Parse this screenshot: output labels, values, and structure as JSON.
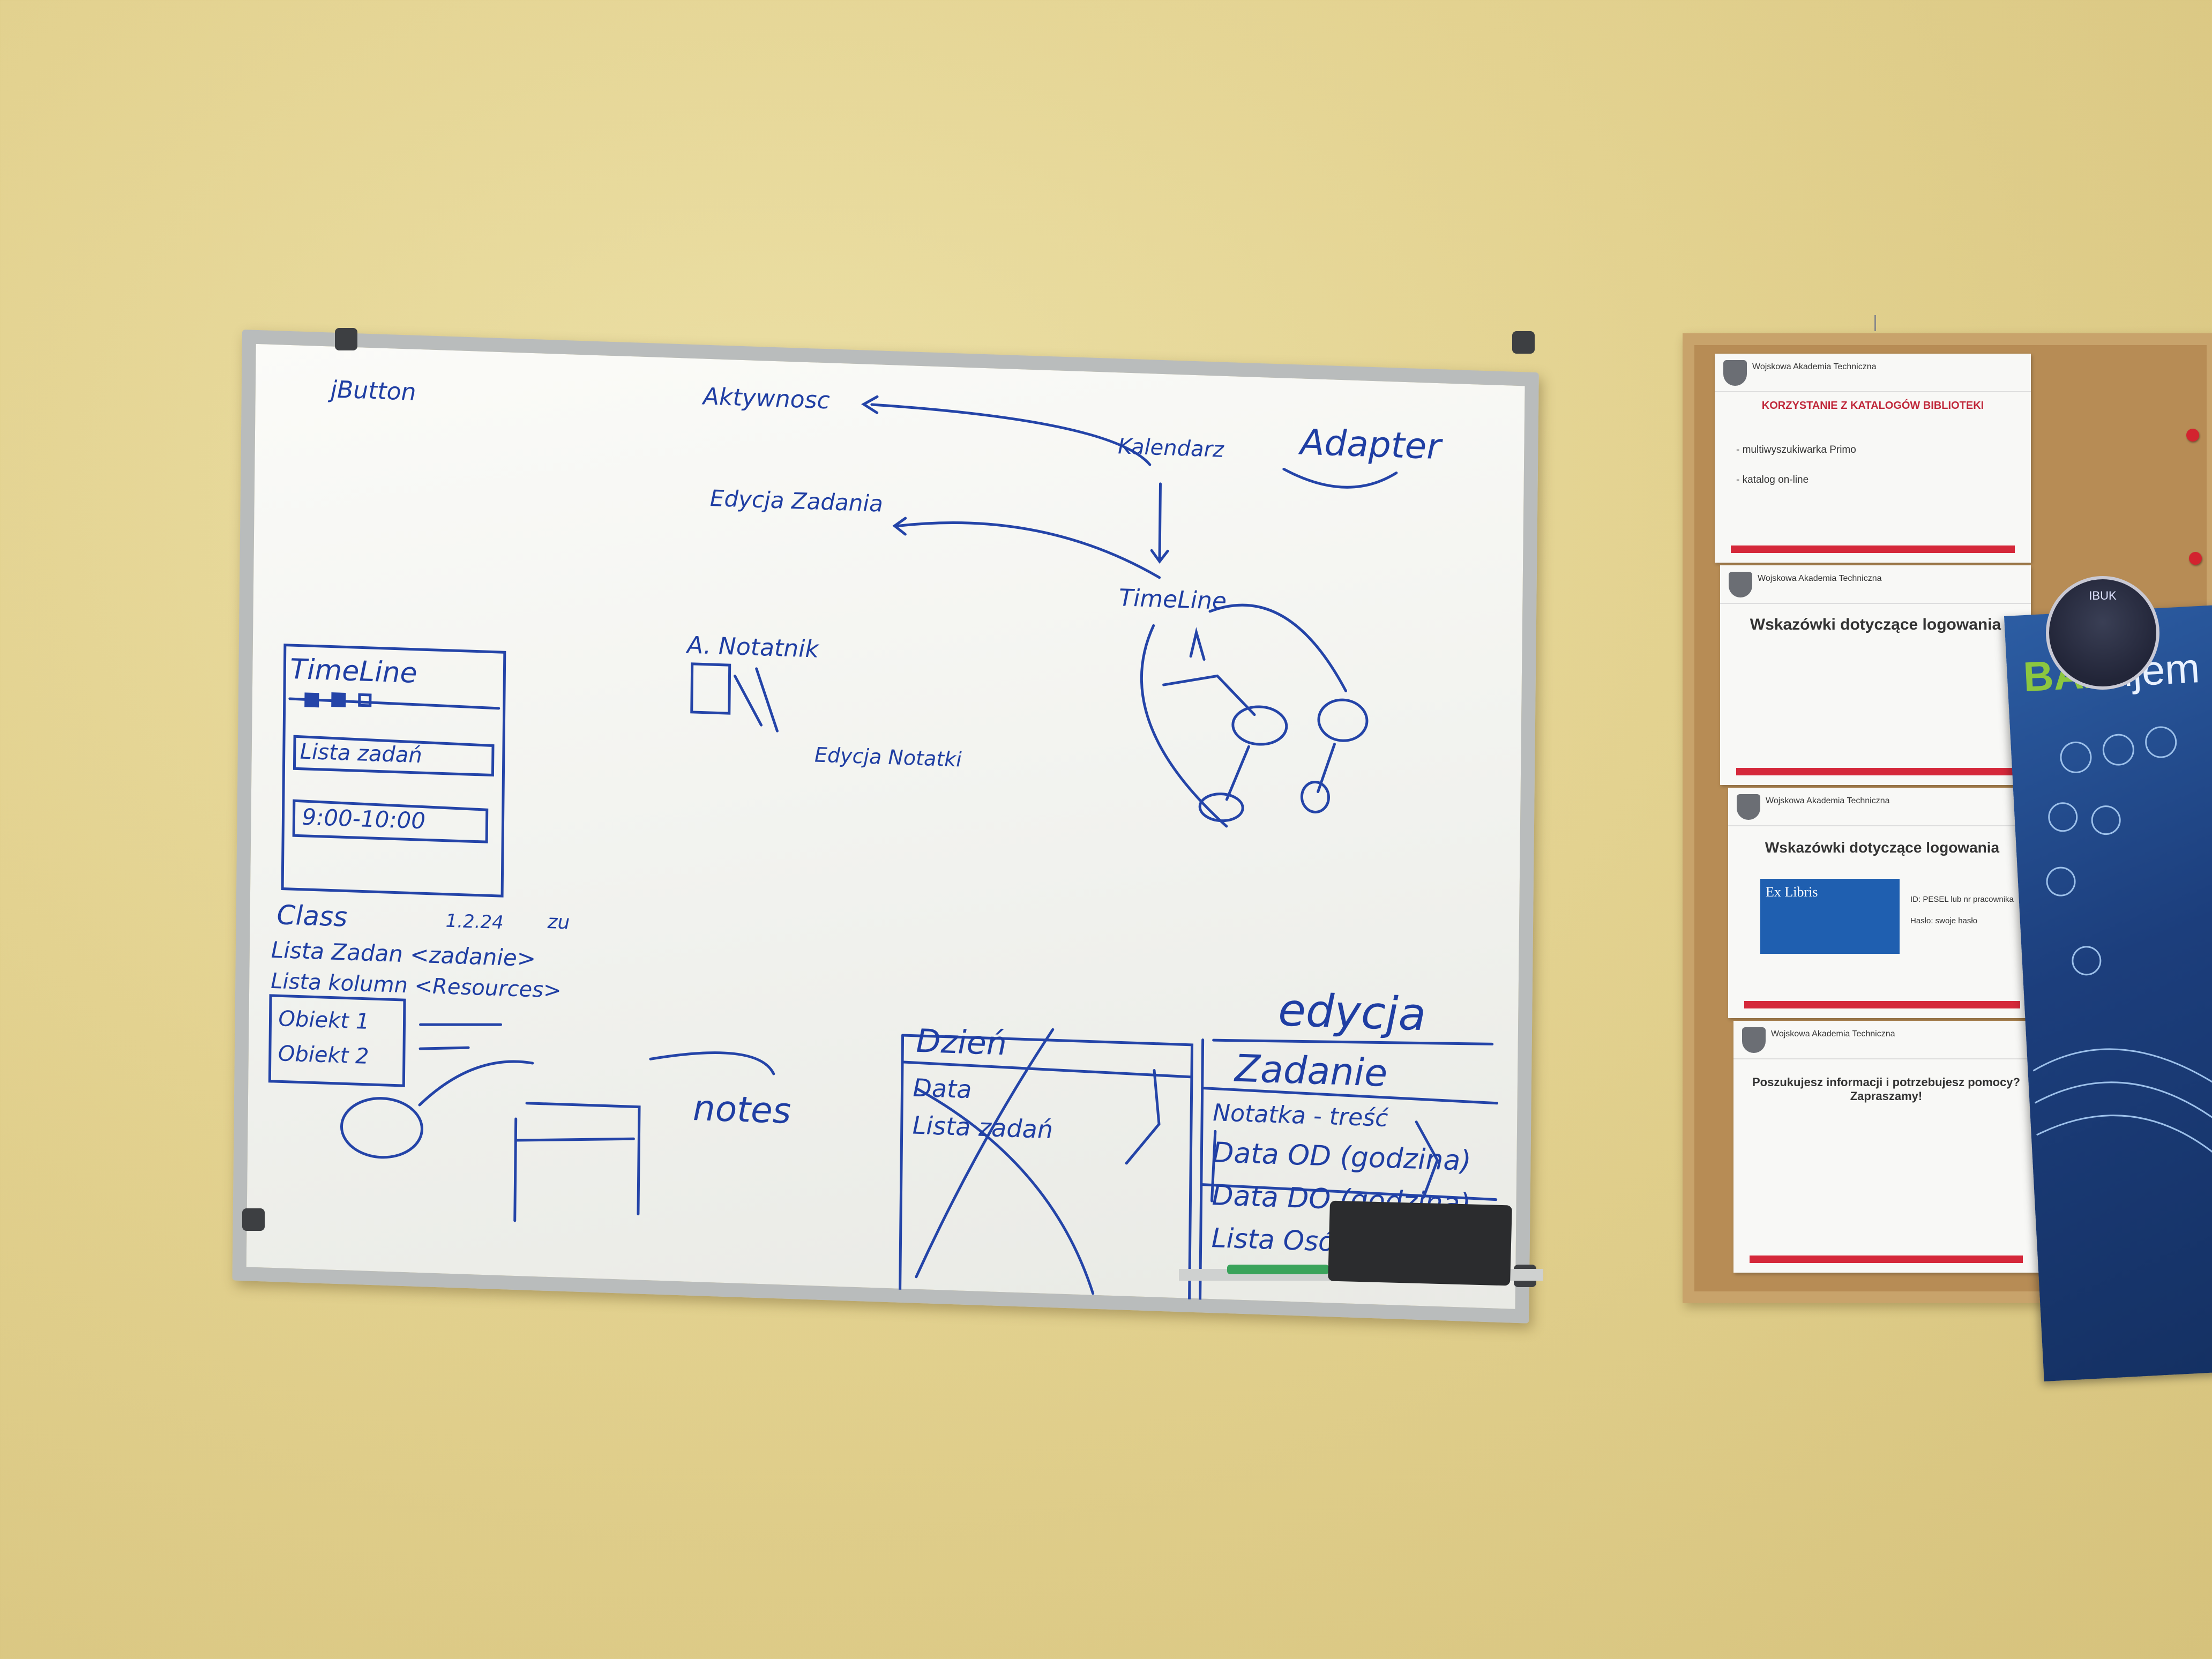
{
  "whiteboard": {
    "notes": {
      "jbutton": "jButton",
      "aktywnosc": "Aktywnosc",
      "kalendarz": "Kalendarz",
      "adapter": "Adapter",
      "edycja_zadania": "Edycja Zadania",
      "timeline_right": "TimeLine",
      "a_notatnik": "A. Notatnik",
      "edycja_notatki": "Edycja Notatki",
      "timeline_left": "TimeLine",
      "lista_zadan_box": "Lista zadań",
      "time_range": "9:00-10:00",
      "class_line": "Class",
      "class_date": "1.2.24",
      "class_zu": "zu",
      "lista_zadan_class": "Lista Zadan <zadanie>",
      "lista_kolumn": "Lista kolumn <Resources>",
      "obiekt1": "Obiekt 1",
      "obiekt2": "Obiekt 2",
      "notes": "notes",
      "edycja": "edycja",
      "dzien": "Dzień",
      "data": "Data",
      "lista_zadan_dzien": "Lista zadań",
      "zadanie": "Zadanie",
      "notatka": "Notatka - treść",
      "data_od": "Data OD (godzina)",
      "data_do": "Data DO (godzina)",
      "lista_osob": "Lista Osób"
    }
  },
  "corkboard": {
    "flyer1": {
      "org": "Wojskowa Akademia Techniczna",
      "title": "KORZYSTANIE Z KATALOGÓW BIBLIOTEKI",
      "item1": "- multiwyszukiwarka Primo",
      "item2": "- katalog on-line"
    },
    "flyer2": {
      "org": "Wojskowa Akademia Techniczna",
      "title": "Wskazówki dotyczące logowania"
    },
    "flyer3": {
      "org": "Wojskowa Akademia Techniczna",
      "title": "Wskazówki dotyczące logowania",
      "brand": "Ex Libris",
      "id_line": "ID: PESEL lub nr pracownika",
      "haslo_line": "Hasło: swoje hasło"
    },
    "flyer4": {
      "org": "Wojskowa Akademia Techniczna",
      "title": "Poszukujesz informacji i potrzebujesz pomocy? Zapraszamy!"
    },
    "badge": "IBUK",
    "poster": {
      "baz": "BAZ",
      "rest": "ujem"
    }
  }
}
